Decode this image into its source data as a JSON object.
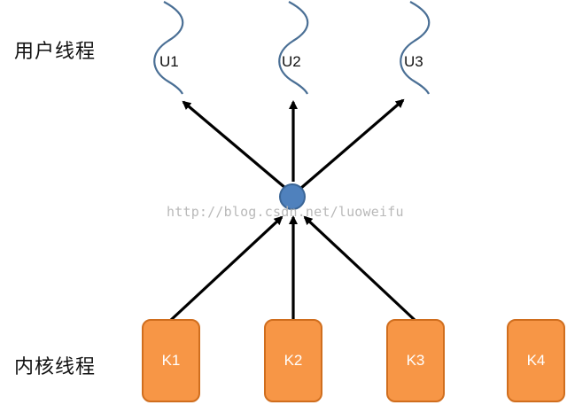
{
  "labels": {
    "user_threads": "用户线程",
    "kernel_threads": "内核线程"
  },
  "user_threads": [
    "U1",
    "U2",
    "U3"
  ],
  "kernel_threads": [
    "K1",
    "K2",
    "K3",
    "K4"
  ],
  "watermark": "http://blog.csdn.net/luoweifu",
  "colors": {
    "kernel_box": "#f79646",
    "kernel_border": "#d06e1e",
    "hub": "#4f81bd",
    "wave": "#4a6f95",
    "arrow": "#000000"
  }
}
